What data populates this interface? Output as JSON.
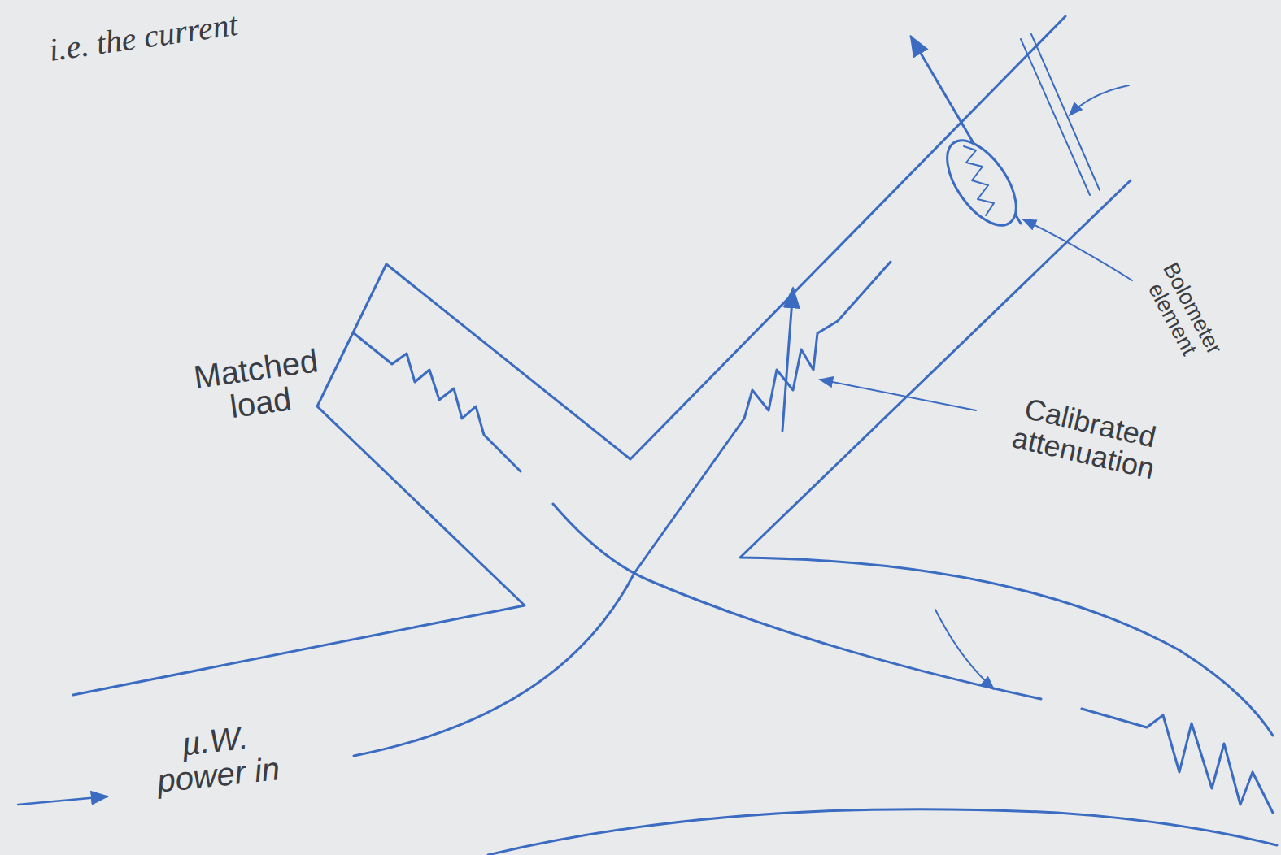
{
  "diagram": {
    "labels": [
      "i.e. the current",
      "Matched load",
      "µ.W. power in",
      "Calibrated attenuation",
      "Bolometer element"
    ]
  }
}
